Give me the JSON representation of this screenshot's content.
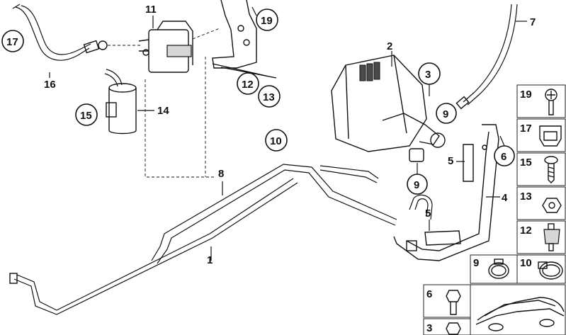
{
  "callouts": {
    "c1": "1",
    "c2": "2",
    "c3": "3",
    "c4": "4",
    "c5a": "5",
    "c5b": "5",
    "c6": "6",
    "c7": "7",
    "c8": "8",
    "c9a": "9",
    "c9b": "9",
    "c10": "10",
    "c11": "11",
    "c12": "12",
    "c13": "13",
    "c14": "14",
    "c15": "15",
    "c16": "16",
    "c17": "17",
    "c19": "19"
  },
  "sidebar_items": [
    "19",
    "17",
    "15",
    "13",
    "12",
    "9",
    "10",
    "6",
    "3"
  ]
}
